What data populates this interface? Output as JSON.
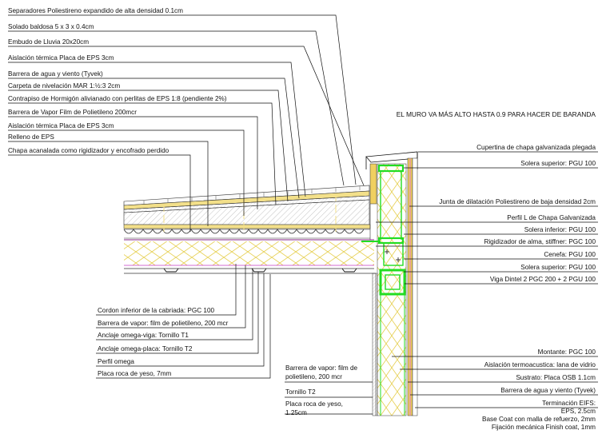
{
  "note": "EL MURO VA MÁS ALTO HASTA 0.9 PARA HACER DE BARANDA",
  "left_labels": [
    "Separadores Poliestireno expandido de alta densidad 0.1cm",
    "Solado baldosa 5 x 3 x 0.4cm",
    "Embudo de Lluvia 20x20cm",
    "Aislación térmica Placa de EPS 3cm",
    "Barrera de agua y viento (Tyvek)",
    "Carpeta de nivelación MAR 1:½:3  2cm",
    "Contrapiso de Hormigón alivianado con perlitas de EPS 1:8 (pendiente 2%)",
    "Barrera de Vapor Film de Polietileno 200mcr",
    "Aislación térmica Placa de EPS 3cm",
    "Relleno de EPS",
    "Chapa acanalada como rigidizador y encofrado perdido"
  ],
  "right_labels": [
    "Cupertina de chapa galvanizada plegada",
    "Solera superior: PGU 100",
    "Junta de dilatación Poliestireno de baja densidad 2cm",
    "Perfil L de Chapa Galvanizada",
    "Solera inferior: PGU 100",
    "Rigidizador de alma, stiffner: PGC 100",
    "Cenefa: PGU 100",
    "Solera superior: PGU 100",
    "Viga Dintel 2 PGC 200 + 2 PGU 100"
  ],
  "bottom_left_labels": [
    "Cordon inferior de la cabriada: PGC 100",
    "Barrera de vapor: film de polietileno, 200 mcr",
    "Anclaje omega-viga: Tornillo T1",
    "Anclaje omega-placa: Tornillo T2",
    "Perfil omega",
    "Placa roca de yeso, 7mm"
  ],
  "bottom_mid_labels": {
    "vapor_line1": "Barrera de vapor: film de",
    "vapor_line2": "polietileno, 200 mcr",
    "tornillo": "Tornillo T2",
    "placa_line1": "Placa roca de yeso,",
    "placa_line2": "1.25cm"
  },
  "bottom_right_labels": [
    "Montante: PGC 100",
    "Aislación termoacustica: lana de vidrio",
    "Sustrato: Placa OSB 1.1cm",
    "Barrera de agua y viento (Tyvek)",
    "Terminación EIFS:",
    "EPS, 2.5cm",
    "Base Coat con malla de refuerzo, 2mm",
    "Fijación mecánica Finish coat, 1mm"
  ],
  "colors": {
    "yellow_insulation": "#f3e08a",
    "osb": "#f0d060",
    "steel": "#22dd22",
    "membrane": "#d36bd3",
    "purple_line": "#8a2a8a"
  }
}
